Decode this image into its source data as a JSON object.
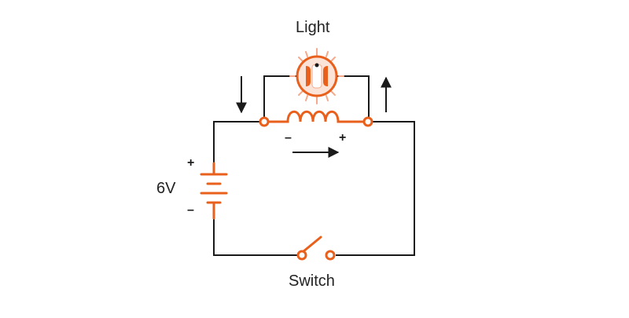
{
  "labels": {
    "light": "Light",
    "switch": "Switch",
    "voltage": "6V",
    "battery_plus": "+",
    "battery_minus": "–",
    "coil_minus": "–",
    "coil_plus": "+"
  },
  "colors": {
    "wire": "#1a1a1a",
    "component": "#e8601c",
    "glow": "#f6a98a",
    "bulb_fill": "#fbe3d8",
    "text": "#222222"
  },
  "icons": {
    "bulb": "light-bulb-icon",
    "coil": "inductor-coil-icon",
    "battery": "battery-icon",
    "switch": "open-switch-icon",
    "arrows": "current-arrow-icon"
  }
}
